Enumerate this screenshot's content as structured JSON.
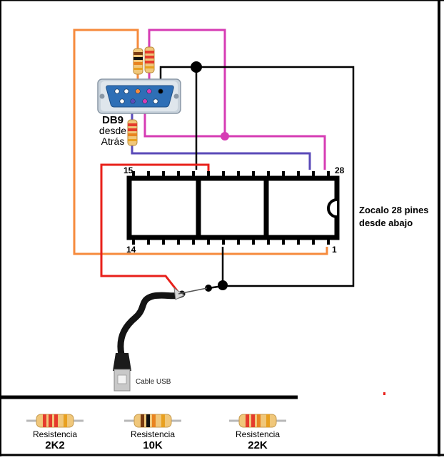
{
  "db9": {
    "line1": "DB9",
    "line2": "desde",
    "line3": "Atrás"
  },
  "socket": {
    "pin_15": "15",
    "pin_28": "28",
    "pin_14": "14",
    "pin_1": "1",
    "caption_line1": "Zocalo 28 pines",
    "caption_line2": "desde abajo"
  },
  "usb": {
    "label": "Cable USB"
  },
  "legend": [
    {
      "name": "Resistencia",
      "value": "2K2",
      "bands": [
        "#e53b2c",
        "#e53b2c",
        "#e53b2c",
        "#e8a020"
      ]
    },
    {
      "name": "Resistencia",
      "value": "10K",
      "bands": [
        "#7a3b12",
        "#111111",
        "#e8831f",
        "#e8a020"
      ]
    },
    {
      "name": "Resistencia",
      "value": "22K",
      "bands": [
        "#e53b2c",
        "#e53b2c",
        "#e8831f",
        "#e8a020"
      ]
    }
  ],
  "colors": {
    "orange_wire": "#f68a3c",
    "magenta_wire": "#d63cb4",
    "blue_wire": "#5a4ab8",
    "red_wire": "#e8201a",
    "black_wire": "#000000",
    "resistor_body": "#f0c77a",
    "db9_shell": "#c9d3dc",
    "db9_face": "#2e6fb6"
  }
}
